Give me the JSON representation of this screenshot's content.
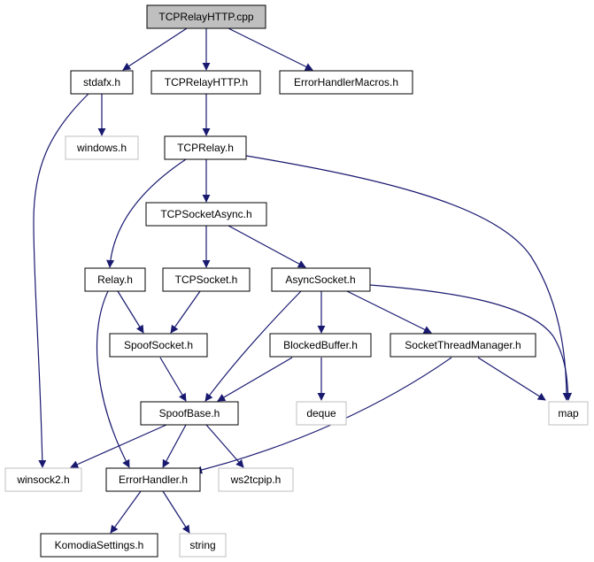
{
  "colors": {
    "edge": "#191970",
    "root_fill": "#bfbfbf",
    "box_border": "#000000",
    "external_border": "#bfbfbf",
    "background": "#ffffff"
  },
  "nodes": {
    "tcprelayhttp_cpp": "TCPRelayHTTP.cpp",
    "stdafx_h": "stdafx.h",
    "tcprelayhttp_h": "TCPRelayHTTP.h",
    "errorhandlermacros_h": "ErrorHandlerMacros.h",
    "windows_h": "windows.h",
    "tcprelay_h": "TCPRelay.h",
    "tcpsocketasync_h": "TCPSocketAsync.h",
    "relay_h": "Relay.h",
    "tcpsocket_h": "TCPSocket.h",
    "asyncsocket_h": "AsyncSocket.h",
    "spoofsocket_h": "SpoofSocket.h",
    "blockedbuffer_h": "BlockedBuffer.h",
    "socketthreadmanager_h": "SocketThreadManager.h",
    "spoofbase_h": "SpoofBase.h",
    "deque": "deque",
    "map": "map",
    "winsock2_h": "winsock2.h",
    "errorhandler_h": "ErrorHandler.h",
    "ws2tcpip_h": "ws2tcpip.h",
    "komodiasettings_h": "KomodiaSettings.h",
    "string": "string"
  }
}
